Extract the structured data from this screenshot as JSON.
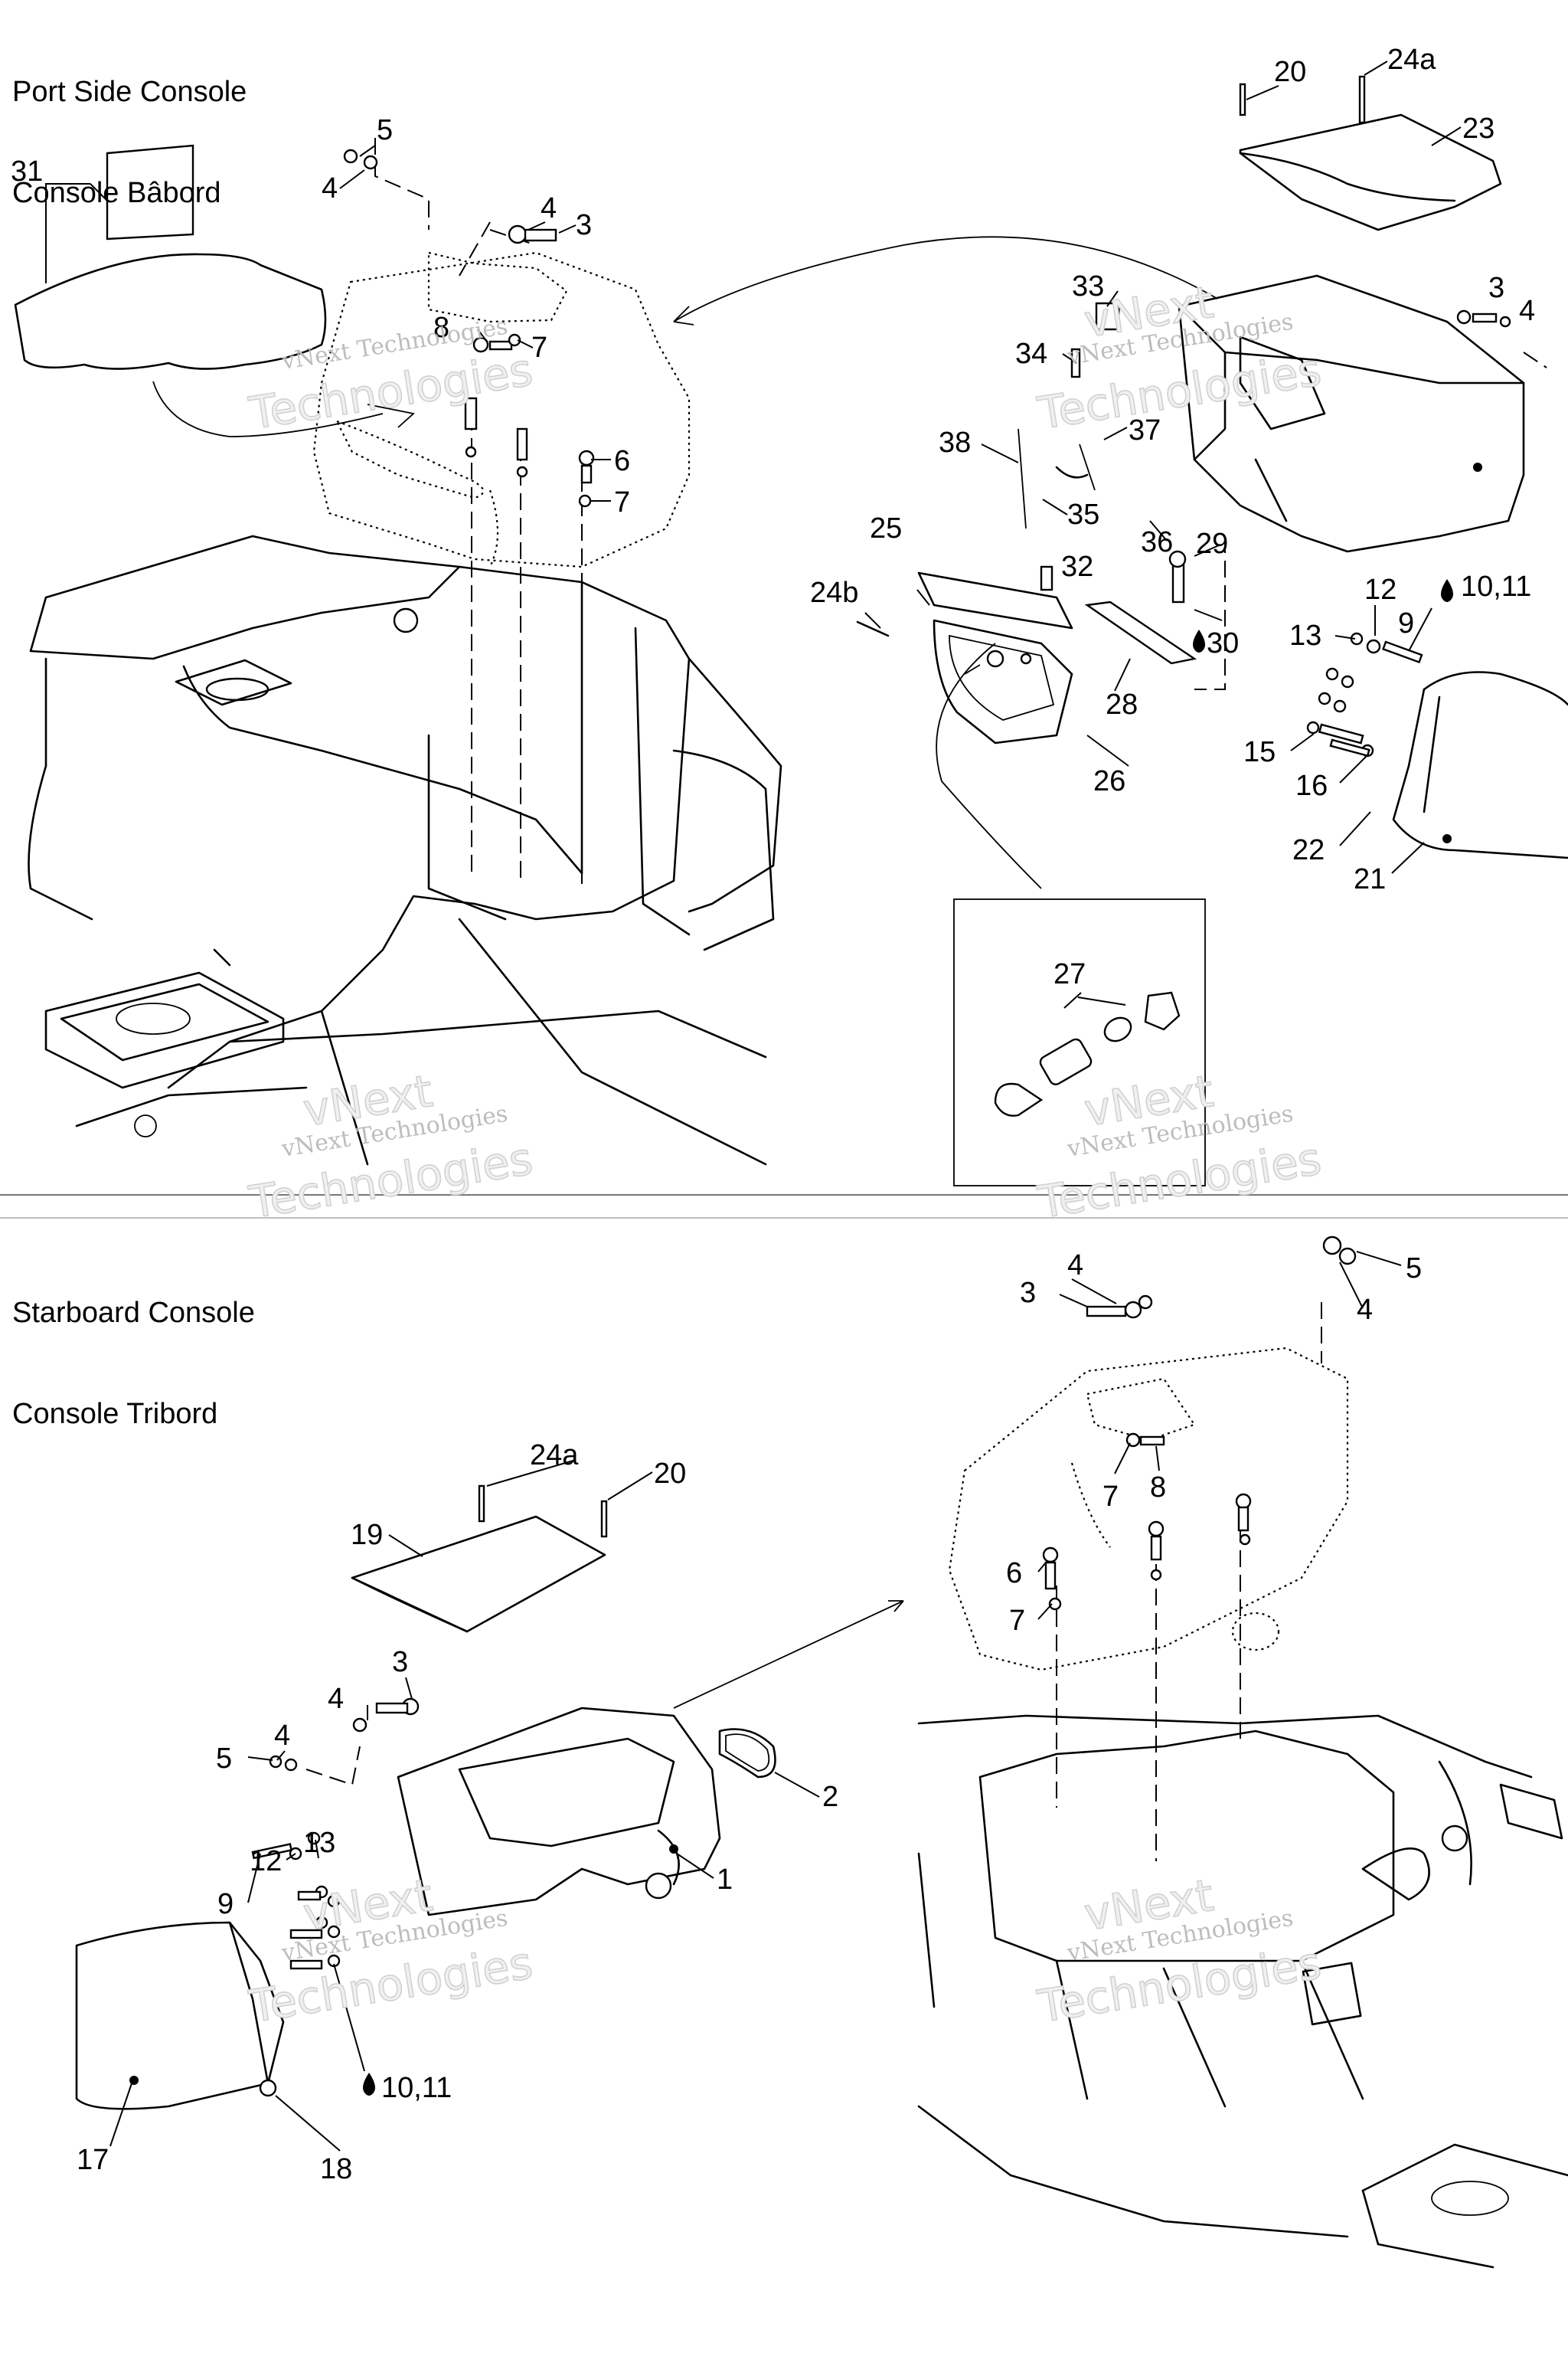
{
  "sections": [
    {
      "title_en": "Port Side Console",
      "title_fr": "Console Bâbord"
    },
    {
      "title_en": "Starboard Console",
      "title_fr": "Console Tribord"
    }
  ],
  "watermark": {
    "line1": "vNext Technologies",
    "line2": "vNext",
    "line3": "Technologies"
  },
  "callouts_port": [
    "31",
    "5",
    "4",
    "4",
    "3",
    "8",
    "7",
    "6",
    "7",
    "20",
    "24a",
    "23",
    "3",
    "4",
    "33",
    "34",
    "37",
    "38",
    "35",
    "36",
    "25",
    "24b",
    "32",
    "29",
    "30",
    "28",
    "26",
    "12",
    "10,11",
    "13",
    "9",
    "15",
    "16",
    "22",
    "21",
    "27"
  ],
  "callouts_starboard": [
    "4",
    "3",
    "5",
    "4",
    "7",
    "8",
    "6",
    "7",
    "24a",
    "20",
    "19",
    "3",
    "4",
    "4",
    "5",
    "2",
    "1",
    "13",
    "12",
    "9",
    "10,11",
    "17",
    "18"
  ],
  "colors": {
    "ink": "#000000",
    "background": "#ffffff",
    "watermark": "#bdbdbd"
  }
}
